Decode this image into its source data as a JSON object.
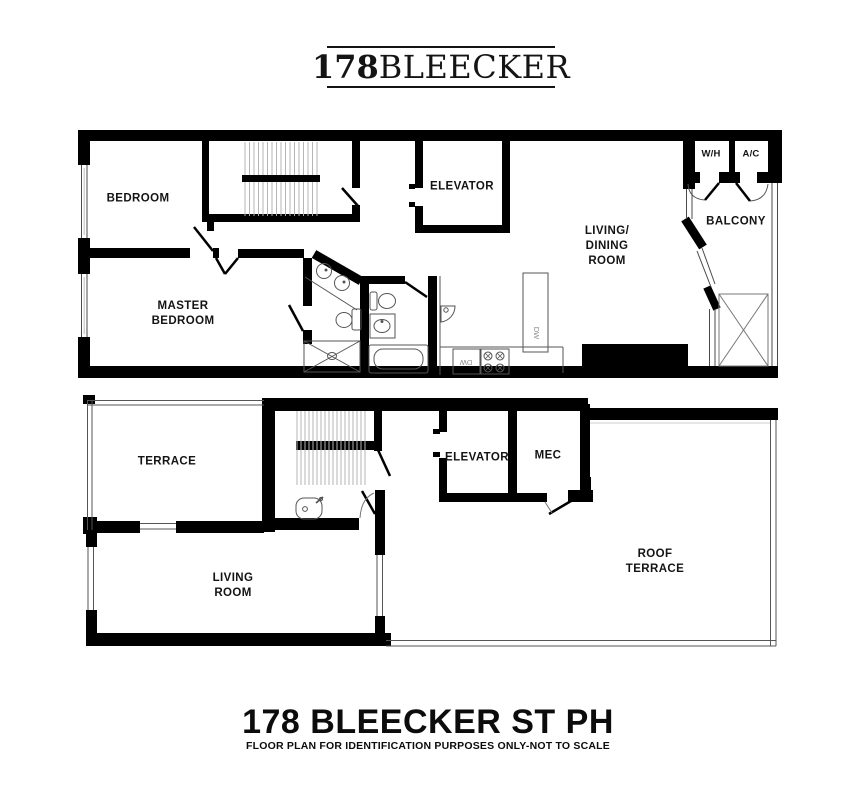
{
  "logo": {
    "number": "178",
    "name": "BLEECKER"
  },
  "upper_floor": {
    "labels": {
      "bedroom": "BEDROOM",
      "master_bedroom": "MASTER\nBEDROOM",
      "elevator": "ELEVATOR",
      "living_dining": "LIVING/\nDINING\nROOM",
      "washer": "W/H",
      "ac": "A/C",
      "balcony": "BALCONY",
      "dishwasher_counter": "DW",
      "dishwasher_island": "DW"
    }
  },
  "lower_floor": {
    "labels": {
      "terrace": "TERRACE",
      "elevator": "ELEVATOR",
      "mechanical": "MEC",
      "living_room": "LIVING\nROOM",
      "roof_terrace": "ROOF\nTERRACE"
    }
  },
  "footer": {
    "title": "178 BLEECKER ST PH",
    "disclaimer": "FLOOR PLAN FOR IDENTIFICATION PURPOSES ONLY-NOT TO SCALE"
  },
  "colors": {
    "wall": "#000000",
    "detail_line": "#555555",
    "stair_hatch": "#b4b4b4",
    "background": "#ffffff"
  }
}
